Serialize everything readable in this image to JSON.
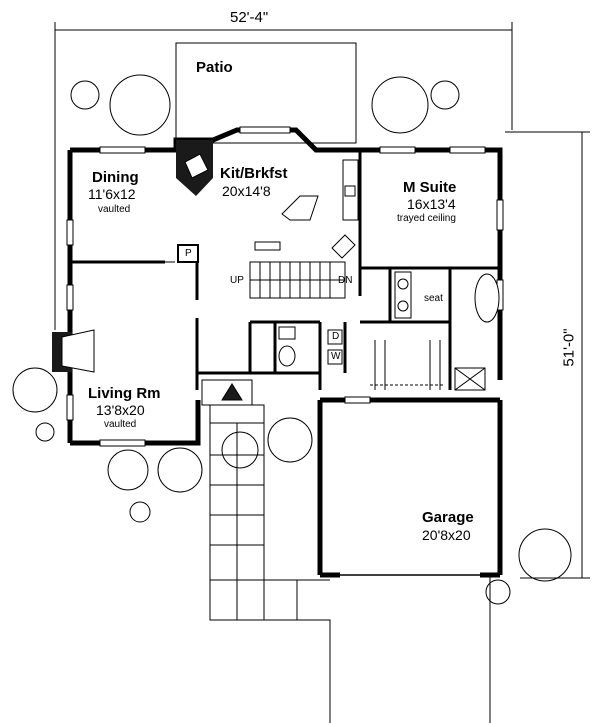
{
  "overall": {
    "width_dim": "52'-4\"",
    "depth_dim": "51'-0\""
  },
  "rooms": {
    "patio": {
      "name": "Patio"
    },
    "dining": {
      "name": "Dining",
      "size": "11'6x12",
      "note": "vaulted"
    },
    "kitchen": {
      "name": "Kit/Brkfst",
      "size": "20x14'8"
    },
    "suite": {
      "name": "M Suite",
      "size": "16x13'4",
      "note": "trayed ceiling"
    },
    "living": {
      "name": "Living Rm",
      "size": "13'8x20",
      "note": "vaulted"
    },
    "garage": {
      "name": "Garage",
      "size": "20'8x20"
    }
  },
  "tags": {
    "up": "UP",
    "dn": "DN",
    "seat": "seat",
    "pantry": "P",
    "dryer": "D",
    "washer": "W"
  },
  "colors": {
    "line": "#000000",
    "paper": "#ffffff",
    "fill": "#1a1a1a"
  }
}
